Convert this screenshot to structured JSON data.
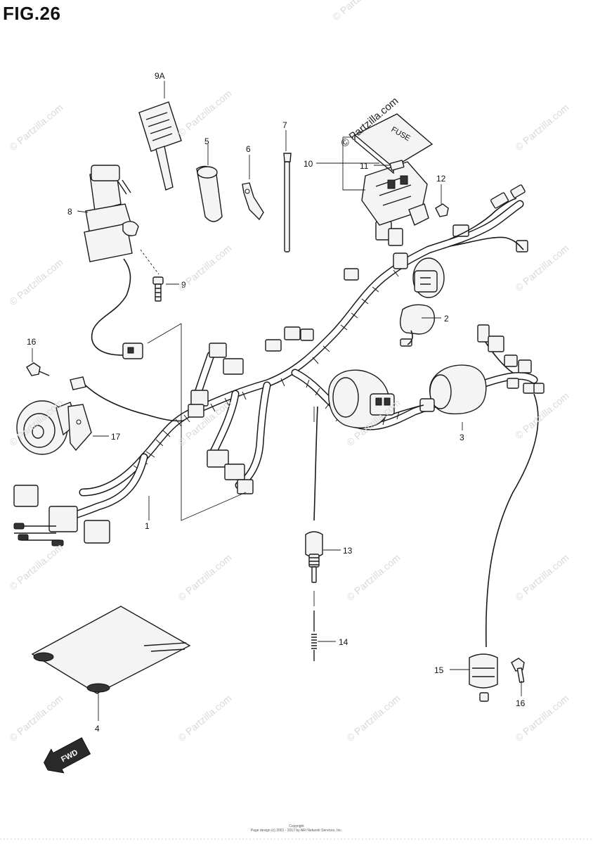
{
  "figure": {
    "title": "FIG.26"
  },
  "watermark": {
    "text": "© Partzilla.com",
    "faint_text": "© Partzilla.com"
  },
  "callouts": [
    {
      "id": "1",
      "label": "1"
    },
    {
      "id": "2",
      "label": "2"
    },
    {
      "id": "3",
      "label": "3"
    },
    {
      "id": "4",
      "label": "4"
    },
    {
      "id": "5",
      "label": "5"
    },
    {
      "id": "6",
      "label": "6"
    },
    {
      "id": "7",
      "label": "7"
    },
    {
      "id": "8",
      "label": "8"
    },
    {
      "id": "9",
      "label": "9"
    },
    {
      "id": "9A",
      "label": "9A"
    },
    {
      "id": "10",
      "label": "10"
    },
    {
      "id": "11",
      "label": "11"
    },
    {
      "id": "12",
      "label": "12"
    },
    {
      "id": "13",
      "label": "13"
    },
    {
      "id": "14",
      "label": "14"
    },
    {
      "id": "15",
      "label": "15"
    },
    {
      "id": "16a",
      "label": "16"
    },
    {
      "id": "16b",
      "label": "16"
    },
    {
      "id": "17",
      "label": "17"
    }
  ],
  "fuse_box": {
    "lid_text": "FUSE"
  },
  "fwd_arrow": {
    "text": "FWD"
  },
  "footer": {
    "line1": "Copyright",
    "line2": "Page design (c) 2001 - 2017 by ARI Network Services, Inc."
  }
}
